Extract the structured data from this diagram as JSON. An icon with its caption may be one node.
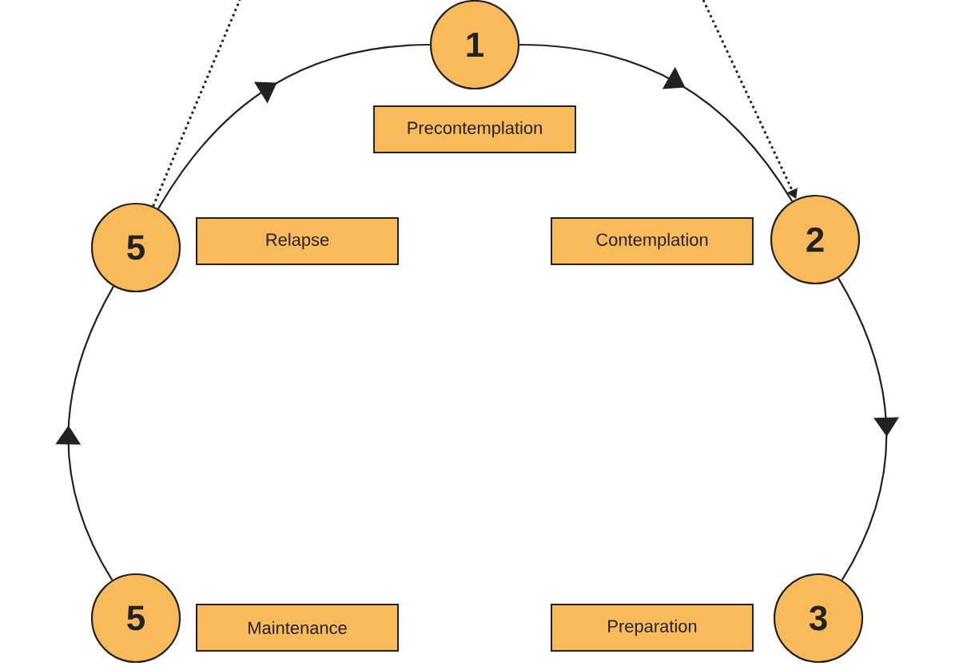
{
  "diagram": {
    "nodes": [
      {
        "text": [
          "1"
        ]
      },
      {
        "text": [
          "Precontemplation"
        ]
      },
      {
        "text": [
          "2"
        ]
      },
      {
        "text": [
          "Contemplation"
        ]
      },
      {
        "text": [
          "3"
        ]
      },
      {
        "text": [
          "Preparation"
        ]
      },
      {
        "text": [
          "5"
        ]
      },
      {
        "text": [
          "Maintenance"
        ]
      },
      {
        "text": [
          "5"
        ]
      },
      {
        "text": [
          "Relapse"
        ]
      }
    ],
    "edges": [
      {
        "from": 0,
        "to": 2,
        "arrow": "to"
      },
      {
        "from": 2,
        "to": 4,
        "arrow": "to"
      },
      {
        "from": 6,
        "to": 8,
        "arrow": "to"
      },
      {
        "from": 8,
        "to": 0,
        "arrow": "to"
      },
      {
        "from": null,
        "to": 2,
        "arrow": "to",
        "style": "dashed"
      },
      {
        "from": 8,
        "to": null,
        "arrow": "none",
        "style": "dashed"
      }
    ]
  }
}
